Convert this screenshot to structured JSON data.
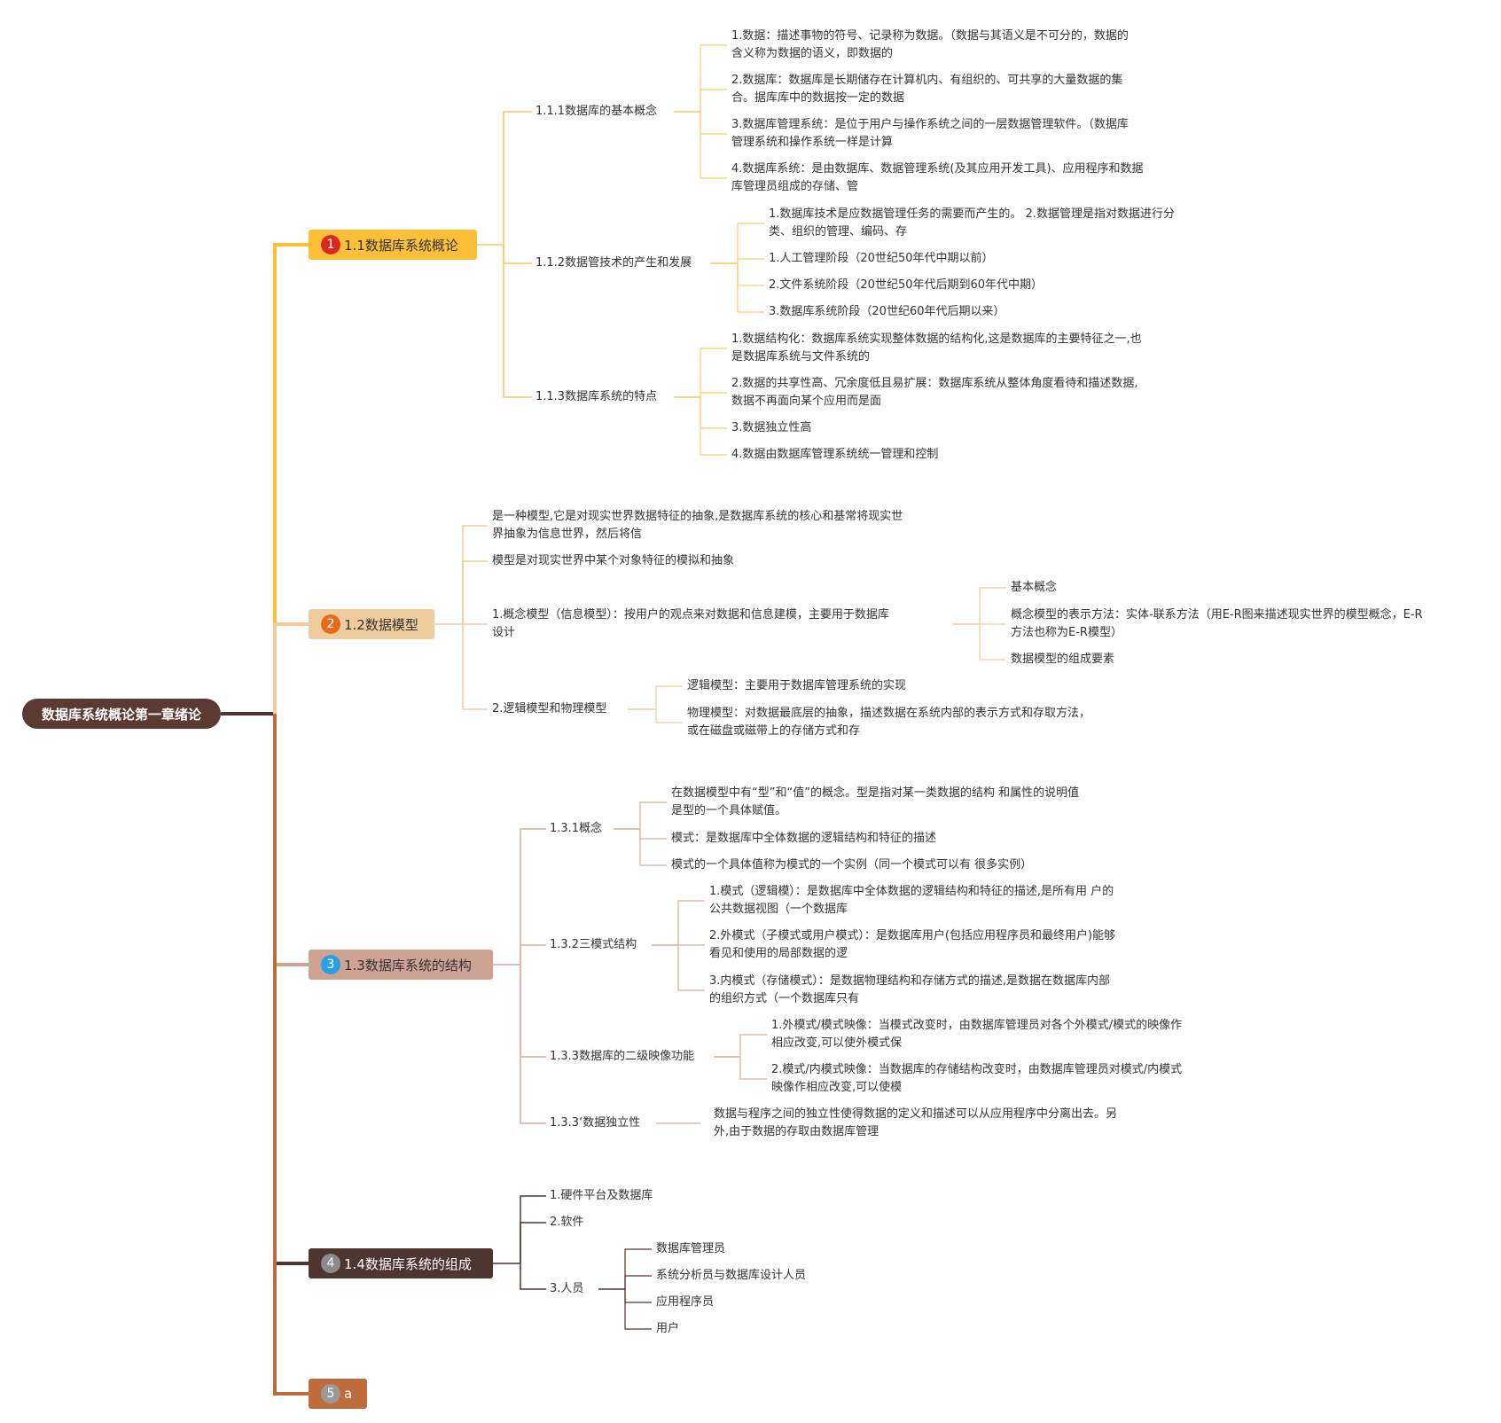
{
  "root": {
    "label": "数据库系统概论第一章绪论"
  },
  "branches": [
    {
      "num": "1",
      "label": "1.1数据库系统概论",
      "color": "#fbbf38",
      "badge": "#d62b1f",
      "text": "#333333"
    },
    {
      "num": "2",
      "label": "1.2数据模型",
      "color": "#eecc9d",
      "badge": "#e86a1c",
      "text": "#333333"
    },
    {
      "num": "3",
      "label": "1.3数据库系统的结构",
      "color": "#cea394",
      "badge": "#2a9fe3",
      "text": "#333333"
    },
    {
      "num": "4",
      "label": "1.4数据库系统的组成",
      "color": "#4f3530",
      "badge": "#8b8b8b",
      "text": "#ffffff"
    },
    {
      "num": "5",
      "label": "a",
      "color": "#bf6b3b",
      "badge": "#9a9a9a",
      "text": "#ffffff"
    }
  ],
  "b1": {
    "s1": {
      "label": "1.1.1数据库的基本概念",
      "items": [
        [
          "1.数据：描述事物的符号、记录称为数据。（数据与其语义是不可分的，数据的",
          "含义称为数据的语义，即数据的"
        ],
        [
          "2.数据库：数据库是长期储存在计算机内、有组织的、可共享的大量数据的集",
          "合。据库库中的数据按一定的数据"
        ],
        [
          "3.数据库管理系统：是位于用户与操作系统之间的一层数据管理软件。（数据库",
          "管理系统和操作系统一样是计算"
        ],
        [
          "4.数据库系统：是由数据库、数据管理系统(及其应用开发工具)、应用程序和数据",
          "库管理员组成的存储、管"
        ]
      ]
    },
    "s2": {
      "label": "1.1.2数据管技术的产生和发展",
      "items": [
        [
          "1.数据库技术是应数据管理任务的需要而产生的。 2.数据管理是指对数据进行分",
          "类、组织的管理、编码、存"
        ],
        [
          "1.人工管理阶段（20世纪50年代中期以前）"
        ],
        [
          "2.文件系统阶段（20世纪50年代后期到60年代中期）"
        ],
        [
          "3.数据库系统阶段（20世纪60年代后期以来）"
        ]
      ]
    },
    "s3": {
      "label": "1.1.3数据库系统的特点",
      "items": [
        [
          "1.数据结构化：数据库系统实现整体数据的结构化,这是数据库的主要特征之一,也",
          "是数据库系统与文件系统的"
        ],
        [
          "2.数据的共享性高、冗余度低且易扩展：数据库系统从整体角度看待和描述数据,",
          "数据不再面向某个应用而是面"
        ],
        [
          "3.数据独立性高"
        ],
        [
          "4.数据由数据库管理系统统一管理和控制"
        ]
      ]
    }
  },
  "b2": {
    "d1": [
      "是一种模型,它是对现实世界数据特征的抽象,是数据库系统的核心和基常将现实世",
      "界抽象为信息世界，然后将信"
    ],
    "d2": [
      "模型是对现实世界中某个对象特征的模拟和抽象"
    ],
    "d3": {
      "label": [
        "1.概念模型（信息模型）：按用户的观点来对数据和信息建模，主要用于数据库",
        "设计"
      ],
      "items": [
        [
          "基本概念"
        ],
        [
          "概念模型的表示方法：实体-联系方法（用E-R图来描述现实世界的模型概念，E-R",
          "方法也称为E-R模型）"
        ],
        [
          "数据模型的组成要素"
        ]
      ]
    },
    "d4": {
      "label": "2.逻辑模型和物理模型",
      "items": [
        [
          "逻辑模型：主要用于数据库管理系统的实现"
        ],
        [
          "物理模型：对数据最底层的抽象，描述数据在系统内部的表示方式和存取方法，",
          "或在磁盘或磁带上的存储方式和存"
        ]
      ]
    }
  },
  "b3": {
    "s1": {
      "label": "1.3.1概念",
      "items": [
        [
          "在数据模型中有“型”和“值”的概念。型是指对某一类数据的结构 和属性的说明值",
          "是型的一个具体赋值。"
        ],
        [
          "模式：是数据库中全体数据的逻辑结构和特征的描述"
        ],
        [
          "模式的一个具体值称为模式的一个实例（同一个模式可以有 很多实例）"
        ]
      ]
    },
    "s2": {
      "label": "1.3.2三模式结构",
      "items": [
        [
          "1.模式（逻辑模）：是数据库中全体数据的逻辑结构和特征的描述,是所有用 户的",
          "公共数据视图（一个数据库"
        ],
        [
          "2.外模式（子模式或用户模式）：是数据库用户(包括应用程序员和最终用户)能够",
          "看见和使用的局部数据的逻"
        ],
        [
          "3.内模式（存储模式）：是数据物理结构和存储方式的描述,是数据在数据库内部",
          "的组织方式（一个数据库只有"
        ]
      ]
    },
    "s3": {
      "label": "1.3.3数据库的二级映像功能",
      "items": [
        [
          "1.外模式/模式映像：当模式改变时，由数据库管理员对各个外模式/模式的映像作",
          "相应改变,可以使外模式保"
        ],
        [
          "2.模式/内模式映像：当数据库的存储结构改变时，由数据库管理员对模式/内模式",
          "映像作相应改变,可以使模"
        ]
      ]
    },
    "s4": {
      "label": "1.3.3‘数据独立性",
      "items": [
        [
          "数据与程序之间的独立性使得数据的定义和描述可以从应用程序中分离出去。另",
          "外,由于数据的存取由数据库管理"
        ]
      ]
    }
  },
  "b4": {
    "s1": {
      "label": "1.硬件平台及数据库"
    },
    "s2": {
      "label": "2.软件"
    },
    "s3": {
      "label": "3.人员",
      "items": [
        [
          "数据库管理员"
        ],
        [
          "系统分析员与数据库设计人员"
        ],
        [
          "应用程序员"
        ],
        [
          "用户"
        ]
      ]
    }
  }
}
